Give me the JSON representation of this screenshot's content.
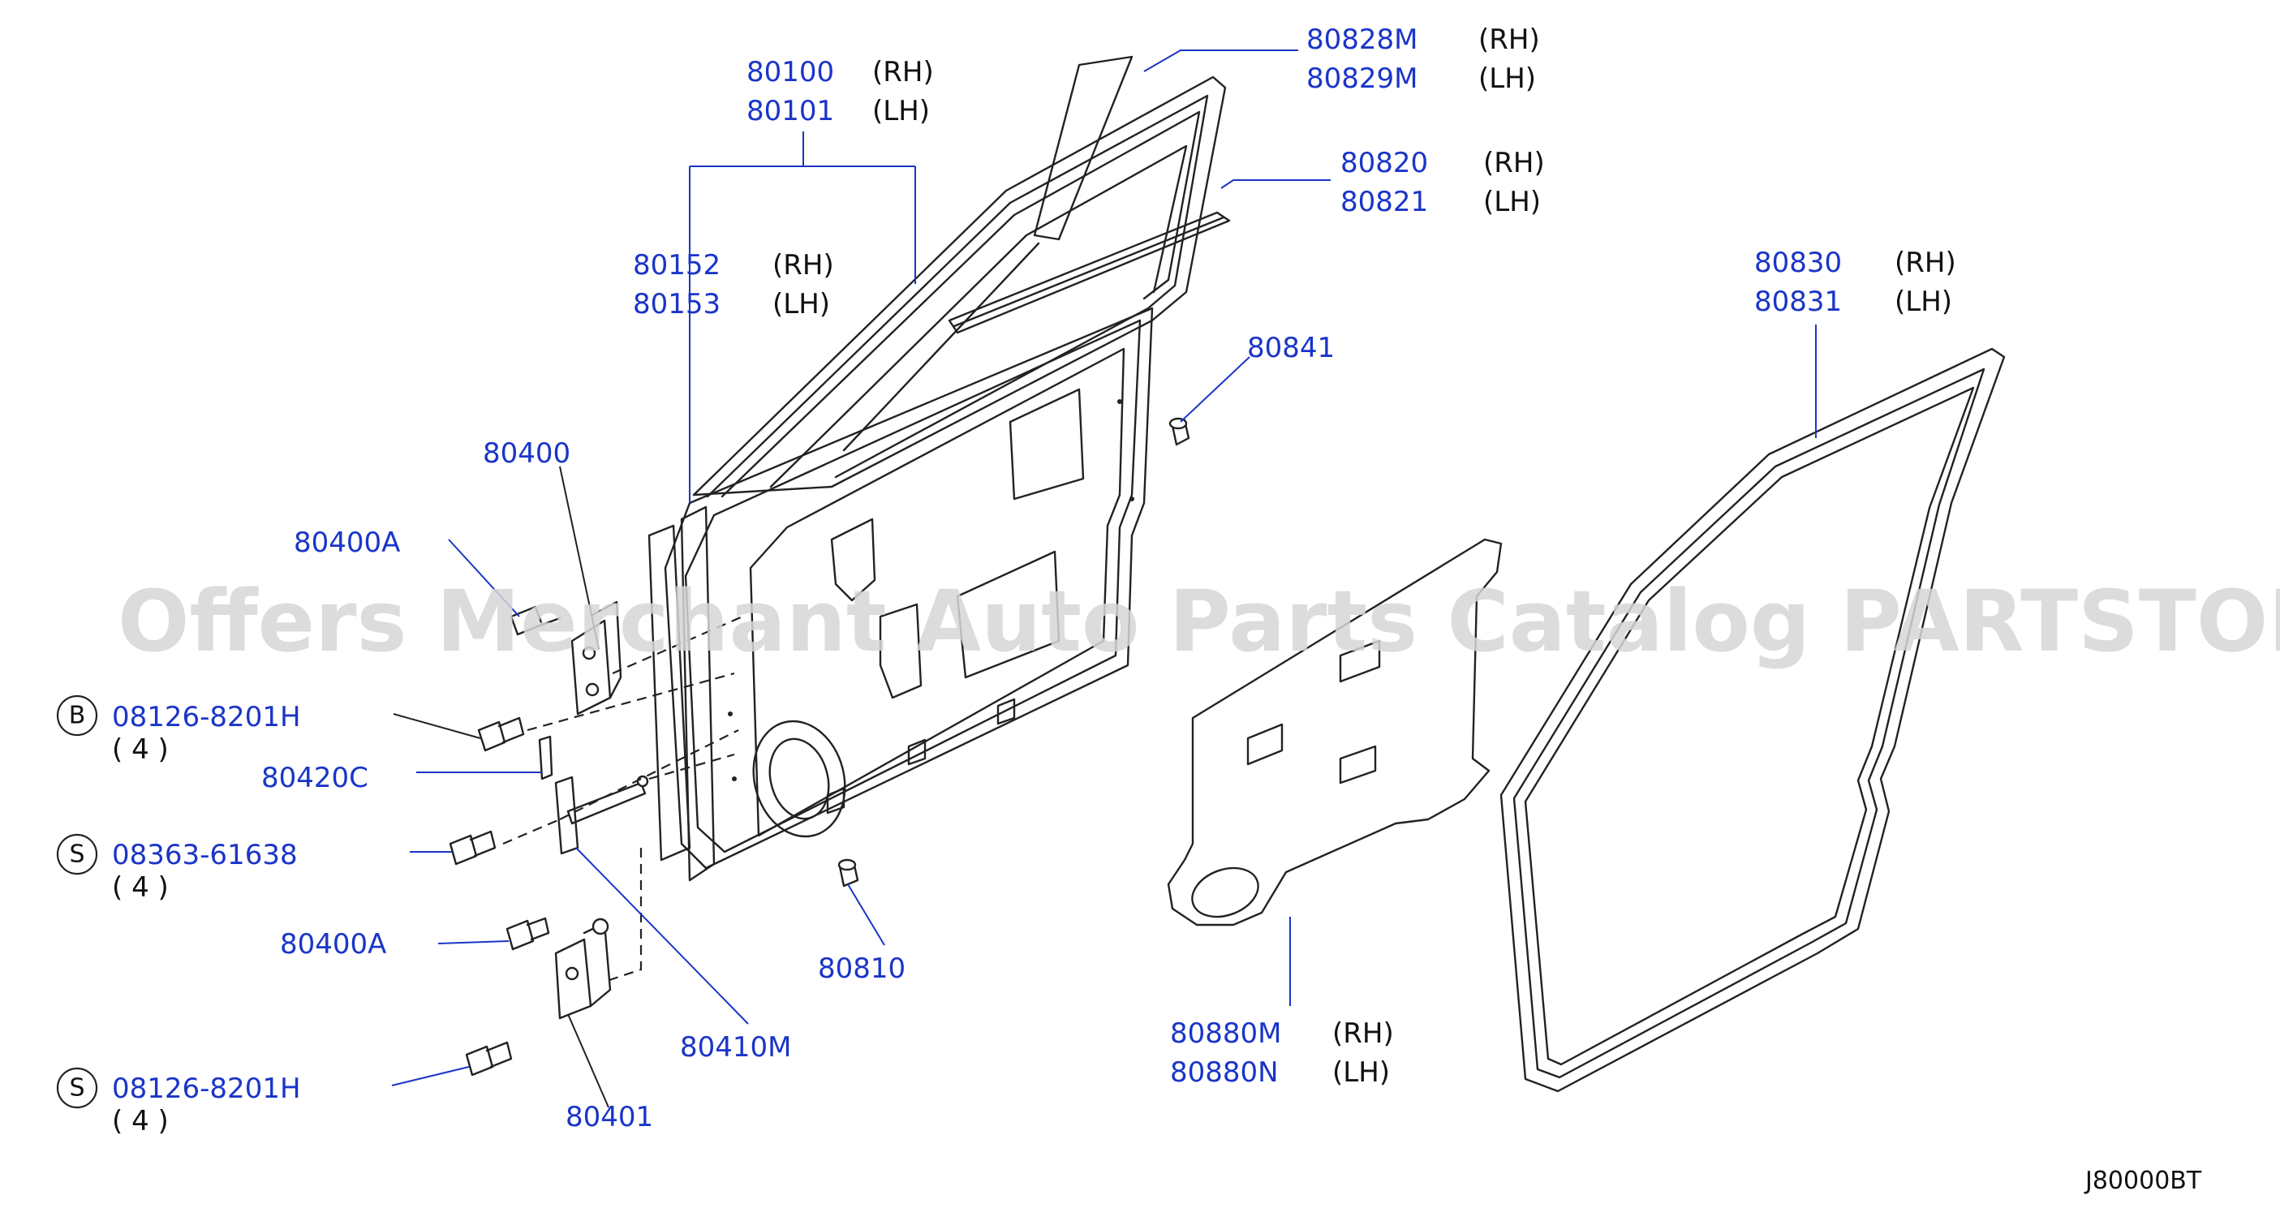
{
  "watermark": "Offers Merchant Auto Parts Catalog PARTSTORE.SA",
  "diagram_ref": "J80000BT",
  "labels": {
    "p80828M": {
      "number": "80828M",
      "side": "(RH)"
    },
    "p80829M": {
      "number": "80829M",
      "side": "(LH)"
    },
    "p80100": {
      "number": "80100",
      "side": "(RH)"
    },
    "p80101": {
      "number": "80101",
      "side": "(LH)"
    },
    "p80820": {
      "number": "80820",
      "side": "(RH)"
    },
    "p80821": {
      "number": "80821",
      "side": "(LH)"
    },
    "p80152": {
      "number": "80152",
      "side": "(RH)"
    },
    "p80153": {
      "number": "80153",
      "side": "(LH)"
    },
    "p80830": {
      "number": "80830",
      "side": "(RH)"
    },
    "p80831": {
      "number": "80831",
      "side": "(LH)"
    },
    "p80841": {
      "number": "80841"
    },
    "p80400": {
      "number": "80400"
    },
    "p80400A_top": {
      "number": "80400A"
    },
    "b08126": {
      "circle": "B",
      "number": "08126-8201H",
      "qty": "( 4 )"
    },
    "p80420C": {
      "number": "80420C"
    },
    "s08363": {
      "circle": "S",
      "number": "08363-61638",
      "qty": "( 4 )"
    },
    "p80400A_bottom": {
      "number": "80400A"
    },
    "p80810": {
      "number": "80810"
    },
    "p80410M": {
      "number": "80410M"
    },
    "p80880M": {
      "number": "80880M",
      "side": "(RH)"
    },
    "p80880N": {
      "number": "80880N",
      "side": "(LH)"
    },
    "s08126": {
      "circle": "S",
      "number": "08126-8201H",
      "qty": "( 4 )"
    },
    "p80401": {
      "number": "80401"
    }
  }
}
